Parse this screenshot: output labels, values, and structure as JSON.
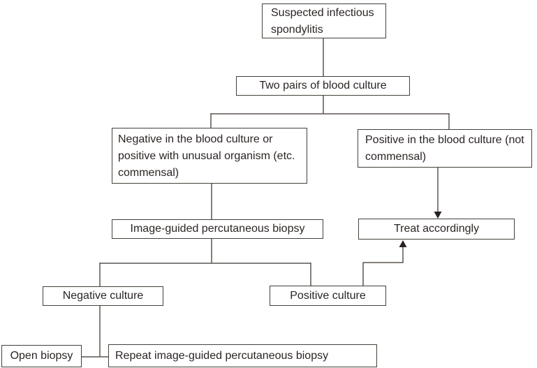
{
  "colors": {
    "background": "#ffffff",
    "box_border": "#454039",
    "text": "#2a2523",
    "line": "#5b5550",
    "arrowhead": "#27211f"
  },
  "nodes": {
    "suspected": {
      "label": "Suspected infectious spondylitis"
    },
    "blood_culture": {
      "label": "Two pairs of blood culture"
    },
    "negative_blood": {
      "label": "Negative in the blood culture or positive with unusual organism (etc. commensal)"
    },
    "positive_blood": {
      "label": "Positive in the blood culture (not commensal)"
    },
    "biopsy": {
      "label": "Image-guided percutaneous biopsy"
    },
    "treat": {
      "label": "Treat accordingly"
    },
    "negative_culture": {
      "label": "Negative culture"
    },
    "positive_culture": {
      "label": "Positive culture"
    },
    "open_biopsy": {
      "label": "Open biopsy"
    },
    "repeat_biopsy": {
      "label": "Repeat image-guided percutaneous biopsy"
    }
  },
  "edges": [
    {
      "from": "suspected",
      "to": "blood_culture",
      "arrow": false
    },
    {
      "from": "blood_culture",
      "to": "negative_blood",
      "arrow": false
    },
    {
      "from": "blood_culture",
      "to": "positive_blood",
      "arrow": false
    },
    {
      "from": "negative_blood",
      "to": "biopsy",
      "arrow": false
    },
    {
      "from": "positive_blood",
      "to": "treat",
      "arrow": true
    },
    {
      "from": "biopsy",
      "to": "negative_culture",
      "arrow": false
    },
    {
      "from": "biopsy",
      "to": "positive_culture",
      "arrow": false
    },
    {
      "from": "positive_culture",
      "to": "treat",
      "arrow": true
    },
    {
      "from": "negative_culture",
      "to": "open_biopsy",
      "arrow": false
    },
    {
      "from": "negative_culture",
      "to": "repeat_biopsy",
      "arrow": false
    }
  ]
}
